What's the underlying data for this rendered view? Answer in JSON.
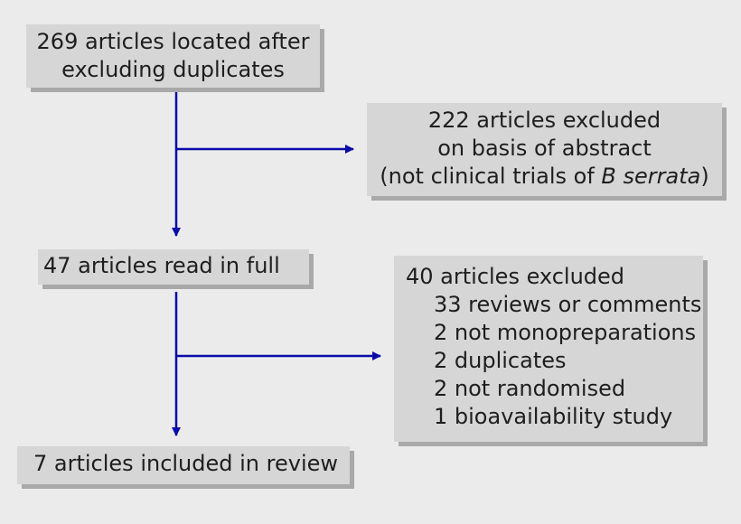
{
  "boxes": {
    "located": {
      "line1": "269 articles located after",
      "line2": "excluding duplicates"
    },
    "excluded_abstract": {
      "line1": "222 articles excluded",
      "line2": "on basis of abstract",
      "line3_prefix": "(not clinical trials of ",
      "line3_species": "B serrata",
      "line3_suffix": ")"
    },
    "read_full": {
      "text": "47 articles read in full"
    },
    "excluded_full": {
      "title": "40 articles excluded",
      "items": [
        "33 reviews or comments",
        "2 not monopreparations",
        "2 duplicates",
        "2 not randomised",
        "1 bioavailability study"
      ]
    },
    "included": {
      "text": "7 articles included in review"
    }
  },
  "colors": {
    "arrow": "#0b0baa",
    "box_fill": "#d6d6d6",
    "box_shadow": "#a9a9a9",
    "background": "#ebebeb"
  }
}
